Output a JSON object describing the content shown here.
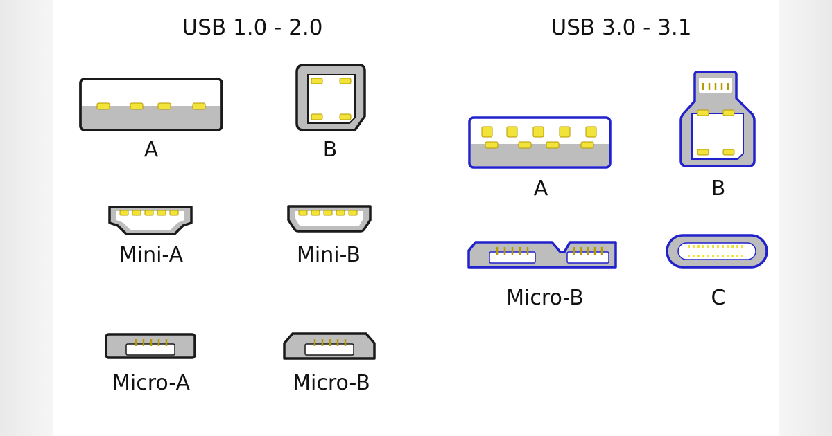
{
  "groups": [
    {
      "heading": "USB 1.0 - 2.0",
      "connectors": [
        {
          "label": "A"
        },
        {
          "label": "B"
        },
        {
          "label": "Mini-A"
        },
        {
          "label": "Mini-B"
        },
        {
          "label": "Micro-A"
        },
        {
          "label": "Micro-B"
        }
      ]
    },
    {
      "heading": "USB 3.0 - 3.1",
      "connectors": [
        {
          "label": "A"
        },
        {
          "label": "B"
        },
        {
          "label": "Micro-B"
        },
        {
          "label": "C"
        }
      ]
    }
  ],
  "colors": {
    "outline_usb2": "#1a1a1a",
    "outline_usb3": "#2222cc",
    "plastic": "#bdbdbd",
    "contact": "#f2e33a",
    "contact_edge": "#b79a00",
    "background": "#ffffff"
  }
}
